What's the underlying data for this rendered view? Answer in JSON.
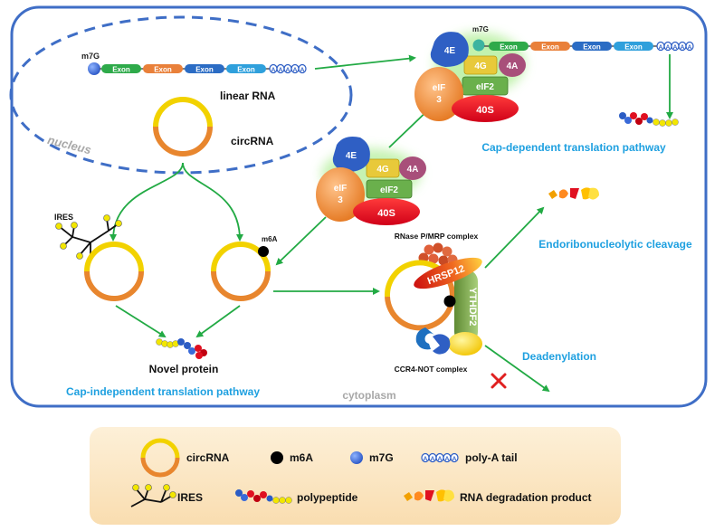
{
  "labels": {
    "m7g_linear": "m7G",
    "m7g_top": "m7G",
    "linear_rna": "linear RNA",
    "circrna": "circRNA",
    "nucleus": "nucleus",
    "ires": "IRES",
    "m6a": "m6A",
    "novel_protein": "Novel protein",
    "cap_independent": "Cap-independent translation pathway",
    "cap_dependent": "Cap-dependent translation pathway",
    "cytoplasm": "cytoplasm",
    "rnase_complex": "RNase P/MRP complex",
    "hrsp12": "HRSP12",
    "ythdf2": "YTHDF2",
    "ccr4_not": "CCR4-NOT complex",
    "endoribo": "Endoribonucleolytic cleavage",
    "deadenylation": "Deadenylation"
  },
  "linear_rna": {
    "exons": [
      "Exon",
      "Exon",
      "Exon",
      "Exon"
    ],
    "polya": [
      "A",
      "A",
      "A",
      "A",
      "A"
    ]
  },
  "top_mrna": {
    "exons": [
      "Exon",
      "Exon",
      "Exon",
      "Exon"
    ],
    "polya": [
      "A",
      "A",
      "A",
      "A",
      "A"
    ]
  },
  "initiation_complex": {
    "e4e": "4E",
    "e4g": "4G",
    "e4a": "4A",
    "eif3_line1": "eIF",
    "eif3_line2": "3",
    "eif2": "eIF2",
    "s40": "40S"
  },
  "legend": {
    "circrna": "circRNA",
    "m6a": "m6A",
    "m7g": "m7G",
    "polya_tail": "poly-A tail",
    "ires": "IRES",
    "polypeptide": "polypeptide",
    "degradation": "RNA degradation product",
    "polya_glyphs": [
      "A",
      "A",
      "A",
      "A",
      "A"
    ]
  },
  "colors": {
    "cell_border": "#3f6ec6",
    "arrow": "#22aa44",
    "pathway_text": "#1ea0e0",
    "exon_colors": [
      "#2eaa4a",
      "#e9803a",
      "#2b6cc4",
      "#2fa0dc"
    ],
    "eif4e": "#2f5fc4",
    "eif4g": "#e8c93a",
    "eif4a": "#a84f7a",
    "eif3": "#f08a2c",
    "eif2": "#6ab04c",
    "s40": "#e8001c",
    "legend_bg": "#fde9c9",
    "inhibit": "#e02020"
  }
}
